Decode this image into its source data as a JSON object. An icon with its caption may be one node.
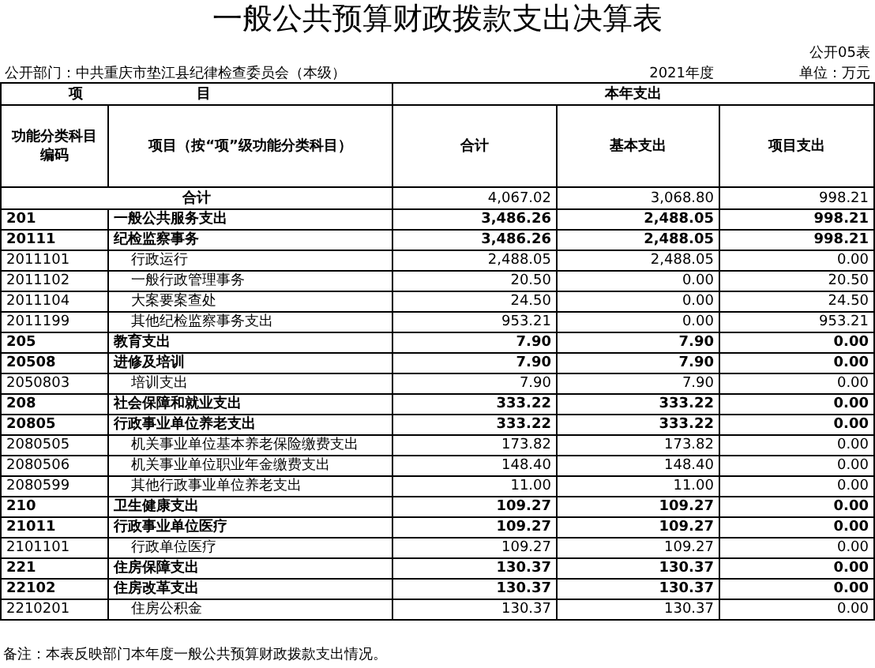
{
  "diagram": {
    "title": "一般公共预算财政拨款支出决算表",
    "labels": [
      "公开05表",
      "公开部门：中共重庆市垫江县纪律检查委员会（本级）",
      "2021年度",
      "单位：万元",
      "项目",
      "本年支出",
      "功能分类科目编码",
      "项目（按“项”级功能分类科目）",
      "合计",
      "基本支出",
      "项目支出",
      "合计",
      "4,067.02",
      "3,068.80",
      "998.21",
      "201",
      "一般公共服务支出",
      "3,486.26",
      "2,488.05",
      "998.21",
      "20111",
      "纪检监察事务",
      "3,486.26",
      "2,488.05",
      "998.21",
      "2011101",
      "行政运行",
      "2,488.05",
      "2,488.05",
      "0.00",
      "2011102",
      "一般行政管理事务",
      "20.50",
      "0.00",
      "20.50",
      "2011104",
      "大案要案查处",
      "24.50",
      "0.00",
      "24.50",
      "2011199",
      "其他纪检监察事务支出",
      "953.21",
      "0.00",
      "953.21",
      "205",
      "教育支出",
      "7.90",
      "7.90",
      "0.00",
      "20508",
      "进修及培训",
      "7.90",
      "7.90",
      "0.00",
      "2050803",
      "培训支出",
      "7.90",
      "7.90",
      "0.00",
      "208",
      "社会保障和就业支出",
      "333.22",
      "333.22",
      "0.00",
      "20805",
      "行政事业单位养老支出",
      "333.22",
      "333.22",
      "0.00",
      "2080505",
      "机关事业单位基本养老保险缴费支出",
      "173.82",
      "173.82",
      "0.00",
      "2080506",
      "机关事业单位职业年金缴费支出",
      "148.40",
      "148.40",
      "0.00",
      "2080599",
      "其他行政事业单位养老支出",
      "11.00",
      "11.00",
      "0.00",
      "210",
      "卫生健康支出",
      "109.27",
      "109.27",
      "0.00",
      "21011",
      "行政事业单位医疗",
      "109.27",
      "109.27",
      "0.00",
      "2101101",
      "行政单位医疗",
      "109.27",
      "109.27",
      "0.00",
      "221",
      "住房保障支出",
      "130.37",
      "130.37",
      "0.00",
      "22102",
      "住房改革支出",
      "130.37",
      "130.37",
      "0.00",
      "2210201",
      "住房公积金",
      "130.37",
      "130.37",
      "0.00",
      "备注：本表反映部门本年度一般公共预算财政拨款支出情况。"
    ]
  }
}
